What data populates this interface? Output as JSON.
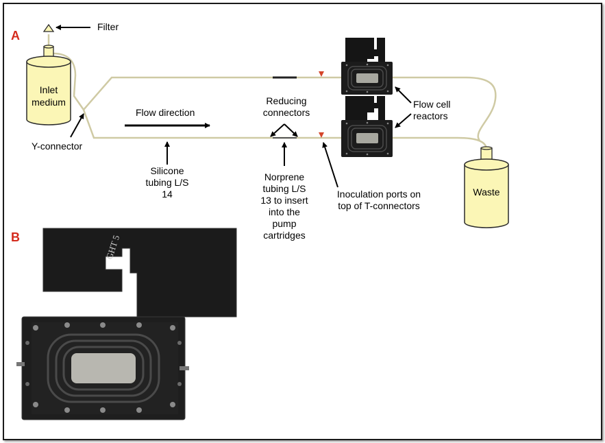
{
  "panels": {
    "a": "A",
    "b": "B"
  },
  "labels": {
    "filter": "Filter",
    "inlet_line1": "Inlet",
    "inlet_line2": "medium",
    "y_connector": "Y-connector",
    "flow_direction": "Flow direction",
    "reducing_line1": "Reducing",
    "reducing_line2": "connectors",
    "flow_cell_line1": "Flow cell",
    "flow_cell_line2": "reactors",
    "silicone_line1": "Silicone",
    "silicone_line2": "tubing L/S",
    "silicone_line3": "14",
    "norprene_line1": "Norprene",
    "norprene_line2": "tubing L/S",
    "norprene_line3": "13 to insert",
    "norprene_line4": "into the",
    "norprene_line5": "pump",
    "norprene_line6": "cartridges",
    "inoculation_line1": "Inoculation ports on",
    "inoculation_line2": "top of T-connectors",
    "waste": "Waste",
    "plate_marking": "GHT 5"
  },
  "colors": {
    "panel_label": "#d42a1c",
    "tank_fill": "#fbf6b6",
    "tank_outline": "#2a2a2a",
    "tubing": "#cfcaa4",
    "port": "#d4452a",
    "reactor_body": "#151515"
  }
}
